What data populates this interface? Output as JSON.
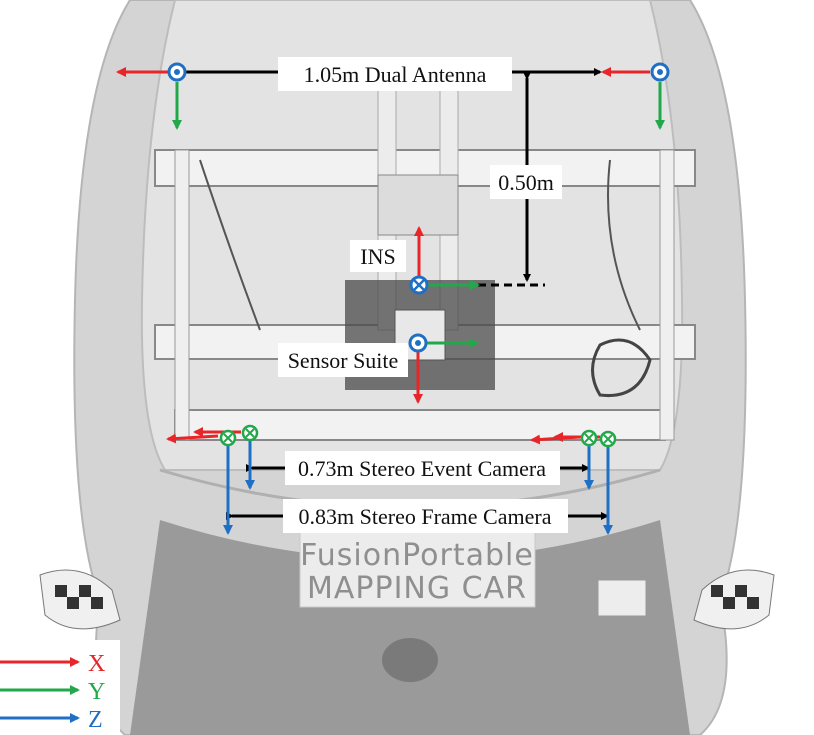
{
  "labels": {
    "antenna": "1.05m Dual Antenna",
    "height": "0.50m",
    "ins": "INS",
    "sensor_suite": "Sensor Suite",
    "event_camera": "0.73m Stereo Event Camera",
    "frame_camera": "0.83m Stereo Frame Camera"
  },
  "logo": {
    "line1": "FusionPortable",
    "line2": "MAPPING CAR"
  },
  "legend": [
    {
      "axis": "X",
      "color": "#e8262a"
    },
    {
      "axis": "Y",
      "color": "#22a84a"
    },
    {
      "axis": "Z",
      "color": "#1f6fc4"
    }
  ],
  "colors": {
    "x_axis": "#e8262a",
    "y_axis": "#22a84a",
    "z_axis": "#1f6fc4",
    "dimension": "#000000"
  }
}
